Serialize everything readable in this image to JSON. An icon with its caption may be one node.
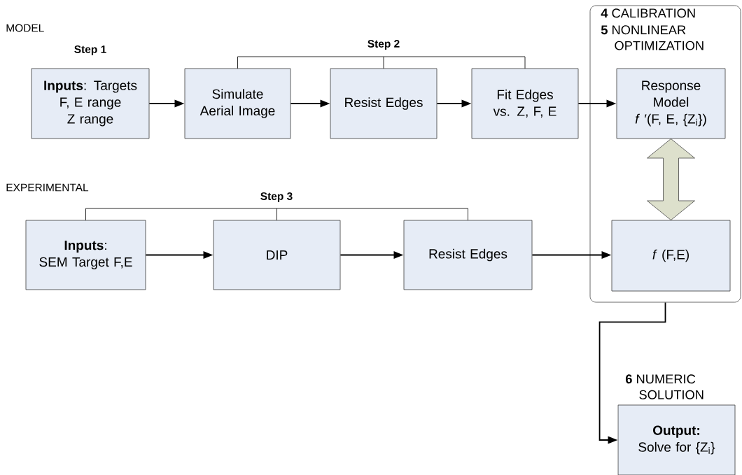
{
  "diagram": {
    "nodes": [
      {
        "text": [
          "**Inputs**: Targets",
          "F, E range",
          "Z range"
        ]
      },
      {
        "text": [
          "Simulate Aerial Image"
        ]
      },
      {
        "text": [
          "Resist Edges"
        ]
      },
      {
        "text": [
          "Fit Edges vs. Z, F, E"
        ]
      },
      {
        "text": [
          "**4** CALIBRATION",
          "**5** NONLINEAR OPTIMIZATION"
        ]
      },
      {
        "text": [
          "Response Model",
          "*f* ′(F, E, {Z$_{i}$})"
        ],
        "in": 4
      },
      {
        "text": [
          "**Inputs**:",
          "SEM Target F,E"
        ]
      },
      {
        "text": [
          "DIP"
        ]
      },
      {
        "text": [
          "Resist Edges"
        ]
      },
      {
        "text": [
          "*f* (F,E)"
        ],
        "in": 4
      },
      {
        "text": [
          "**6** NUMERIC SOLUTION",
          "**Output:**",
          "Solve for {Z$_{i}$}"
        ]
      }
    ],
    "edges": [
      {
        "from": 0,
        "to": 1,
        "arrow": "to"
      },
      {
        "from": 1,
        "to": 2,
        "arrow": "to"
      },
      {
        "from": 2,
        "to": 3,
        "arrow": "to"
      },
      {
        "from": 3,
        "to": 5,
        "arrow": "to"
      },
      {
        "from": 5,
        "to": 9,
        "arrow": "both",
        "style": "thick",
        "color": "#dde0cc"
      },
      {
        "from": 6,
        "to": 7,
        "arrow": "to"
      },
      {
        "from": 7,
        "to": 8,
        "arrow": "to"
      },
      {
        "from": 8,
        "to": 9,
        "arrow": "to"
      },
      {
        "from": 4,
        "to": 10,
        "arrow": "to"
      }
    ],
    "labels": [
      "MODEL",
      "Step 1",
      "Step 2",
      "EXPERIMENTAL",
      "Step 3"
    ]
  }
}
